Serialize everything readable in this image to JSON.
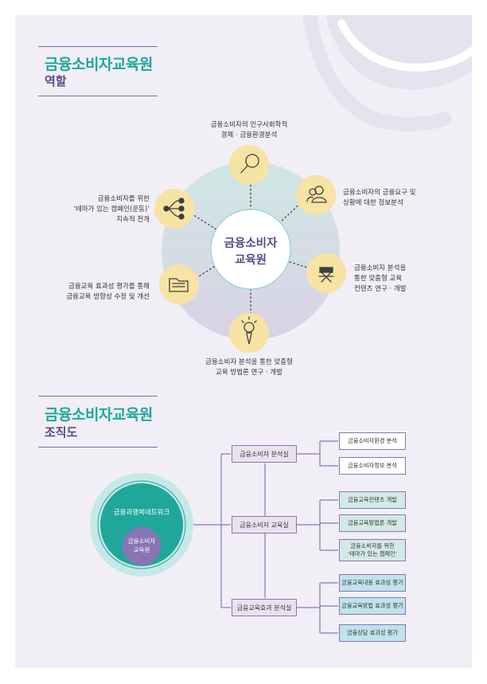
{
  "role_section": {
    "title": "금융소비자교육원",
    "subtitle": "역할",
    "center_line1": "금융소비자",
    "center_line2": "교육원",
    "items": [
      {
        "icon": "magnifier-icon",
        "lines": [
          "금융소비자의 인구사회학적",
          "경제 · 금융환경분석"
        ]
      },
      {
        "icon": "people-icon",
        "lines": [
          "금융소비자의 금융요구 및",
          "상황에 대한 정보분석"
        ]
      },
      {
        "icon": "director-chair-icon",
        "lines": [
          "금융소비자 분석을",
          "통한 맞춤형 교육",
          "컨텐츠 연구 · 개발"
        ]
      },
      {
        "icon": "lightbulb-pen-icon",
        "lines": [
          "금융소비자 분석을 통한 맞춤형",
          "교육 방법론 연구 · 개발"
        ]
      },
      {
        "icon": "folder-icon",
        "lines": [
          "금융교육 효과성 평가를 통해",
          "금융교육 방향성 수정 및 개선"
        ]
      },
      {
        "icon": "share-icon",
        "lines": [
          "금융소비자를 위한",
          "‘테마가 있는 캠페인(운동)’",
          "지속적 전개"
        ]
      }
    ]
  },
  "org_section": {
    "title": "금융소비자교육원",
    "subtitle": "조직도",
    "outer_label": "금융과행복네트워크",
    "inner_line1": "금융소비자",
    "inner_line2": "교육원",
    "departments": [
      {
        "name": "금융소비자 분석실",
        "tasks": [
          "금융소비자환경 분석",
          "금융소비자정보 분석"
        ]
      },
      {
        "name": "금융소비자 교육실",
        "tasks": [
          "금융교육컨텐츠 개발",
          "금융교육방법론 개발",
          "금융소비자를 위한",
          "‘테마가 있는 캠페인’"
        ]
      },
      {
        "name": "금융교육효과 분석실",
        "tasks": [
          "금융교육내용 효과성 평가",
          "금융교육방법 효과성 평가",
          "금융상담 효과성 평가"
        ]
      }
    ]
  },
  "colors": {
    "teal": "#1fa79a",
    "purple": "#5a4a8a",
    "yellow": "#f7e3a3"
  }
}
